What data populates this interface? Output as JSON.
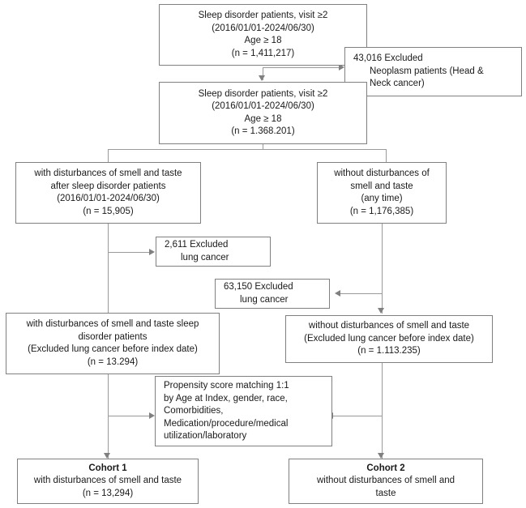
{
  "diagram": {
    "type": "flowchart",
    "title": "Study cohort selection flow diagram",
    "line_color": "#9a9a9a",
    "border_color": "#808080",
    "background": "#ffffff",
    "boxes": {
      "source_population": {
        "lines": [
          "Sleep disorder patients, visit ≥2",
          "(2016/01/01-2024/06/30)",
          "Age ≥ 18",
          "(n = 1,411,217)"
        ]
      },
      "excluded_neoplasm": {
        "lines": [
          "43,016 Excluded",
          "Neoplasm patients (Head &",
          "Neck cancer)"
        ]
      },
      "after_neoplasm_exclusion": {
        "lines": [
          "Sleep disorder patients, visit ≥2",
          "(2016/01/01-2024/06/30)",
          "Age ≥ 18",
          "(n = 1.368.201)"
        ]
      },
      "with_disturbances": {
        "lines": [
          "with disturbances of smell and taste",
          "after sleep disorder patients",
          "(2016/01/01-2024/06/30)",
          "(n = 15,905)"
        ]
      },
      "without_disturbances": {
        "lines": [
          "without disturbances of",
          "smell and taste",
          "(any time)",
          "(n = 1,176,385)"
        ]
      },
      "excluded_lung_cancer_left": {
        "lines": [
          "2,611 Excluded",
          "lung cancer"
        ]
      },
      "excluded_lung_cancer_right": {
        "lines": [
          "63,150 Excluded",
          "lung cancer"
        ]
      },
      "with_disturbances_final": {
        "lines": [
          "with disturbances of smell and taste sleep",
          "disorder patients",
          "(Excluded lung cancer before index date)",
          "(n = 13.294)"
        ]
      },
      "without_disturbances_final": {
        "lines": [
          "without disturbances of smell and taste",
          "(Excluded lung cancer before index date)",
          "(n = 1.113.235)"
        ]
      },
      "propensity_matching": {
        "lines": [
          "Propensity score matching 1:1",
          "by Age at Index, gender, race,",
          "Comorbidities,",
          "Medication/procedure/medical",
          "utilization/laboratory"
        ]
      },
      "cohort_1": {
        "title": "Cohort 1",
        "lines": [
          "with disturbances of smell and taste",
          "(n = 13,294)"
        ]
      },
      "cohort_2": {
        "title": "Cohort 2",
        "lines": [
          "without disturbances of smell and",
          "taste"
        ]
      }
    }
  }
}
